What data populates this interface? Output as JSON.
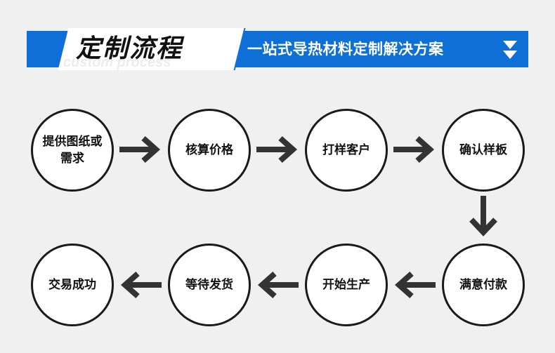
{
  "header": {
    "title": "定制流程",
    "subtitle": "custom process",
    "tagline": "一站式导热材料定制解决方案"
  },
  "steps_row1": [
    {
      "label": "提供图纸或需求"
    },
    {
      "label": "核算价格"
    },
    {
      "label": "打样客户"
    },
    {
      "label": "确认样板"
    }
  ],
  "steps_row2": [
    {
      "label": "满意付款"
    },
    {
      "label": "开始生产"
    },
    {
      "label": "等待发货"
    },
    {
      "label": "交易成功"
    }
  ],
  "colors": {
    "accent": "#0e6fd6",
    "stroke": "#1a1a1a",
    "arrow": "#333333",
    "background": "#f0f0f0"
  }
}
